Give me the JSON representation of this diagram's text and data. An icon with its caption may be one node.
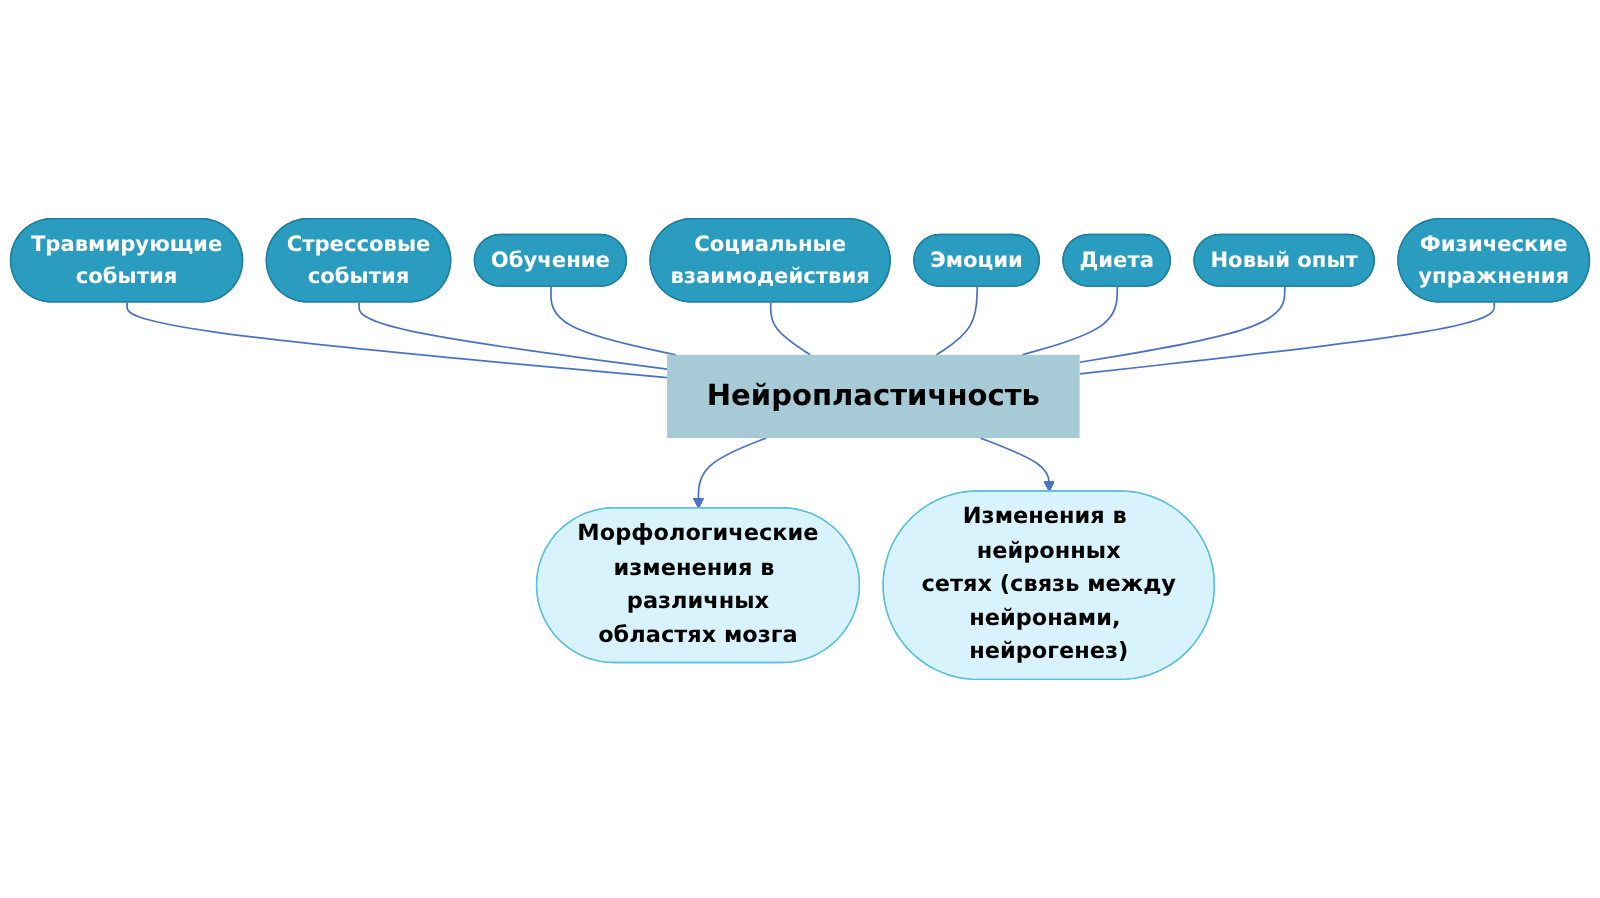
{
  "diagram": {
    "nodes": [
      {
        "text": [
          "Социальные взаимодействия"
        ]
      },
      {
        "text": [
          "Эмоции"
        ]
      },
      {
        "text": [
          "Обучение"
        ]
      },
      {
        "text": [
          "Диета"
        ]
      },
      {
        "text": [
          "Стрессовые события"
        ]
      },
      {
        "text": [
          "Новый опыт"
        ]
      },
      {
        "text": [
          "Травмирующие события"
        ]
      },
      {
        "text": [
          "Нейропластичность"
        ]
      },
      {
        "text": [
          "Физические упражнения"
        ]
      },
      {
        "text": [
          "Морфологические изменения в различных областях мозга"
        ]
      },
      {
        "text": [
          "Изменения в нейронных сетях (связь между нейронами, нейрогенез)"
        ]
      }
    ],
    "edges": [
      {
        "from": 6,
        "to": 7,
        "arrow": "none"
      },
      {
        "from": 4,
        "to": 7,
        "arrow": "none"
      },
      {
        "from": 2,
        "to": 7,
        "arrow": "none"
      },
      {
        "from": 0,
        "to": 7,
        "arrow": "none"
      },
      {
        "from": 1,
        "to": 7,
        "arrow": "none"
      },
      {
        "from": 3,
        "to": 7,
        "arrow": "none"
      },
      {
        "from": 5,
        "to": 7,
        "arrow": "none"
      },
      {
        "from": 8,
        "to": 7,
        "arrow": "none"
      },
      {
        "from": 7,
        "to": 9,
        "arrow": "to"
      },
      {
        "from": 7,
        "to": 10,
        "arrow": "to"
      }
    ]
  }
}
